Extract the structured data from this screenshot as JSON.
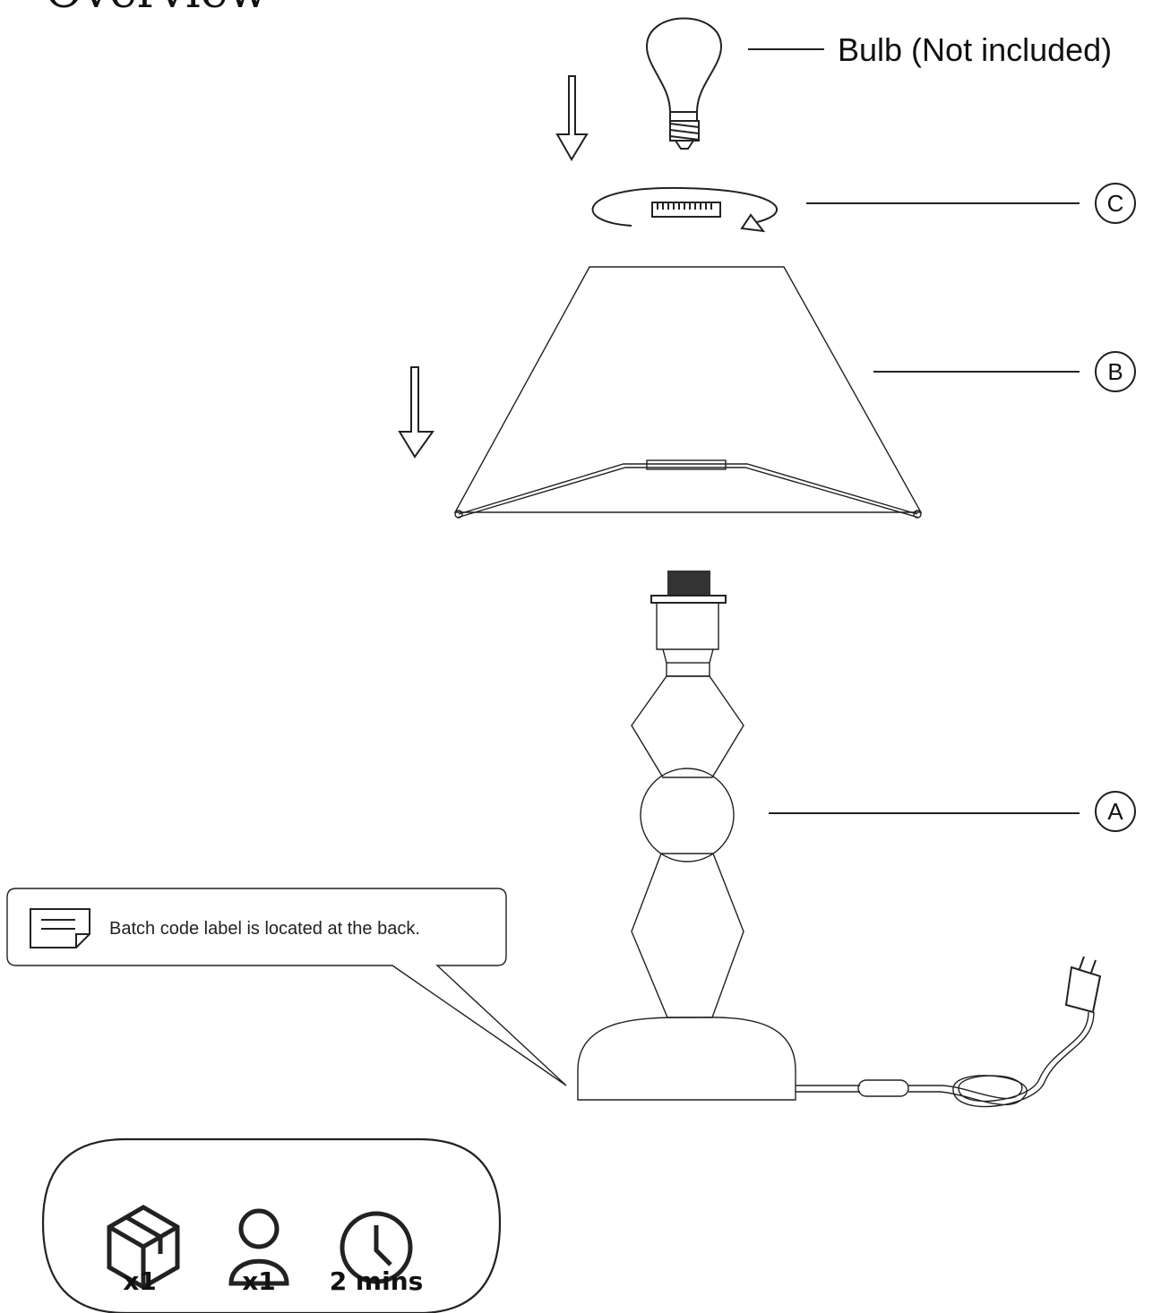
{
  "page": {
    "title": "Overview"
  },
  "callouts": {
    "bulb_label": "Bulb (Not included)",
    "part_c": "C",
    "part_b": "B",
    "part_a": "A"
  },
  "note": {
    "text": "Batch code label is located at the back.",
    "icon": "note-icon"
  },
  "stats": {
    "items": [
      {
        "icon": "box-icon",
        "label": "x1"
      },
      {
        "icon": "person-icon",
        "label": "x1"
      },
      {
        "icon": "clock-icon",
        "label": "2 mins"
      }
    ]
  }
}
